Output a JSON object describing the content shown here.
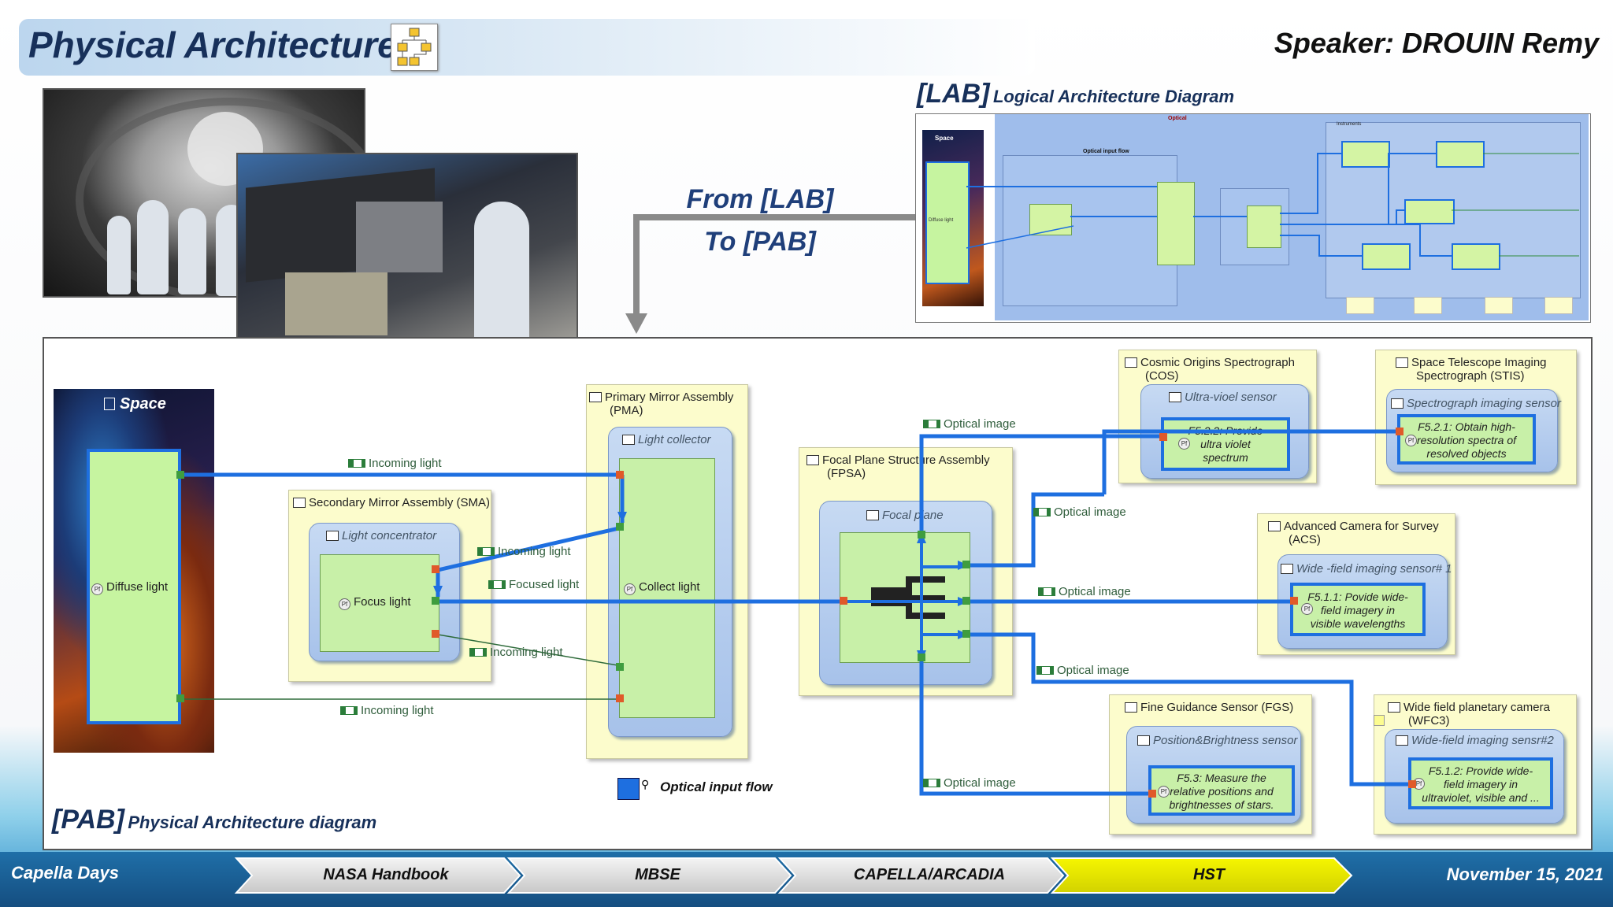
{
  "header": {
    "title": "Physical Architecture",
    "speaker": "Speaker: DROUIN Remy"
  },
  "transition": {
    "from": "From [LAB]",
    "to": "To [PAB]"
  },
  "lab": {
    "tag": "[LAB]",
    "title": "Logical Architecture Diagram",
    "space": "Space",
    "diffuse": "Diffuse light",
    "optical": "Optical",
    "optical_input_flow": "Optical input flow",
    "instruments": "Instruments"
  },
  "pab": {
    "tag": "[PAB]",
    "title": "Physical Architecture diagram",
    "space": "Space",
    "diffuse_light": "Diffuse light",
    "sma": {
      "title": "Secondary Mirror Assembly (SMA)",
      "part": "Light concentrator",
      "function": "Focus light"
    },
    "pma": {
      "title_1": "Primary Mirror Assembly",
      "title_2": "(PMA)",
      "part": "Light collector",
      "function": "Collect light"
    },
    "fpsa": {
      "title_1": "Focal Plane Structure Assembly",
      "title_2": "(FPSA)",
      "part": "Focal plane"
    },
    "cos": {
      "title_1": "Cosmic Origins Spectrograph",
      "title_2": "(COS)",
      "part": "Ultra-vioel sensor",
      "function": [
        "F5.2.2: Provide",
        "ultra violet",
        "spectrum"
      ]
    },
    "stis": {
      "title_1": "Space Telescope Imaging",
      "title_2": "Spectrograph (STIS)",
      "part": "Spectrograph imaging sensor",
      "function": [
        "F5.2.1: Obtain high-",
        "resolution spectra of",
        "resolved objects"
      ]
    },
    "acs": {
      "title_1": "Advanced Camera for Survey",
      "title_2": "(ACS)",
      "part": "Wide -field imaging sensor# 1",
      "function": [
        "F5.1.1: Povide wide-",
        "field imagery in",
        "visible wavelengths"
      ]
    },
    "fgs": {
      "title": "Fine Guidance Sensor (FGS)",
      "part": "Position&Brightness sensor",
      "function": [
        "F5.3: Measure the",
        "relative positions and",
        "brightnesses of stars."
      ]
    },
    "wfc3": {
      "title_1": "Wide field planetary camera",
      "title_2": "(WFC3)",
      "part": "Wide-field imaging sensr#2",
      "function": [
        "F5.1.2: Provide wide-",
        "field imagery in",
        "ultraviolet, visible and ..."
      ]
    },
    "labels": {
      "incoming_1": "Incoming light",
      "incoming_2": "Incoming light",
      "incoming_3": "Incoming light",
      "incoming_4": "Incoming light",
      "focused": "Focused light",
      "optical_1": "Optical image",
      "optical_2": "Optical image",
      "optical_3": "Optical image",
      "optical_4": "Optical image",
      "optical_5": "Optical image"
    },
    "legend": "Optical input flow"
  },
  "footer": {
    "left": "Capella Days",
    "right": "November 15, 2021",
    "steps": [
      "NASA Handbook",
      "MBSE",
      "CAPELLA/ARCADIA",
      "HST"
    ]
  },
  "colors": {
    "flow": "#1e6fe0",
    "title": "#17305a",
    "active_step": "#e8e800"
  }
}
